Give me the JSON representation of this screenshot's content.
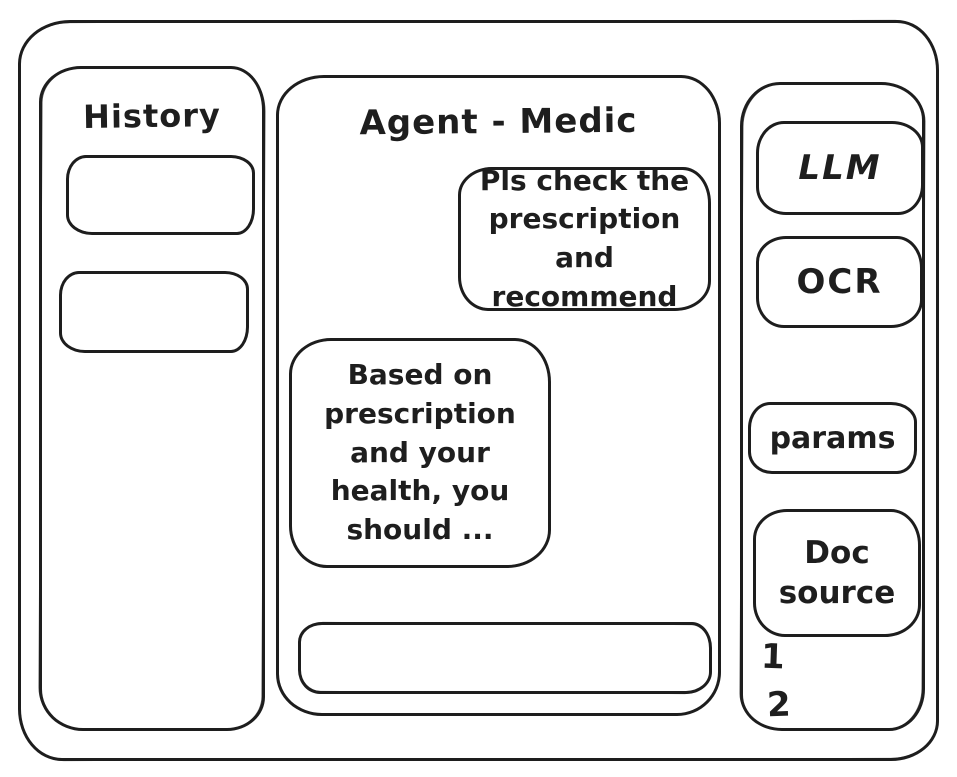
{
  "history": {
    "title": "History",
    "items": [
      {
        "label": ""
      },
      {
        "label": ""
      }
    ]
  },
  "chat": {
    "title": "Agent - Medic",
    "messages": [
      {
        "role": "user",
        "text": "Pls check the\nprescription\nand recommend"
      },
      {
        "role": "agent",
        "text": "Based on\nprescription\nand your\nhealth, you\nshould ..."
      }
    ],
    "input": {
      "value": ""
    }
  },
  "tools": {
    "buttons": [
      {
        "label": "LLM"
      },
      {
        "label": "OCR"
      },
      {
        "label": "params"
      },
      {
        "label": "Doc source"
      }
    ],
    "doc_source_items": [
      "1",
      "2"
    ]
  },
  "colors": {
    "stroke": "#1e1e1e",
    "background": "#ffffff"
  }
}
